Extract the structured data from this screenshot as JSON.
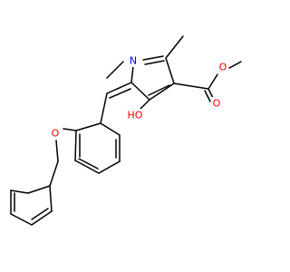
{
  "colors": {
    "background": "#ffffff",
    "bond": "#000000",
    "nitrogen": "#0000ff",
    "oxygen": "#ff0000"
  },
  "atom_labels": {
    "ring_nitrogen": "N",
    "hydroxyl": "HO",
    "ester_carbonyl_oxygen": "O",
    "ester_ether_oxygen": "O",
    "benzyl_ether_oxygen": "O"
  }
}
